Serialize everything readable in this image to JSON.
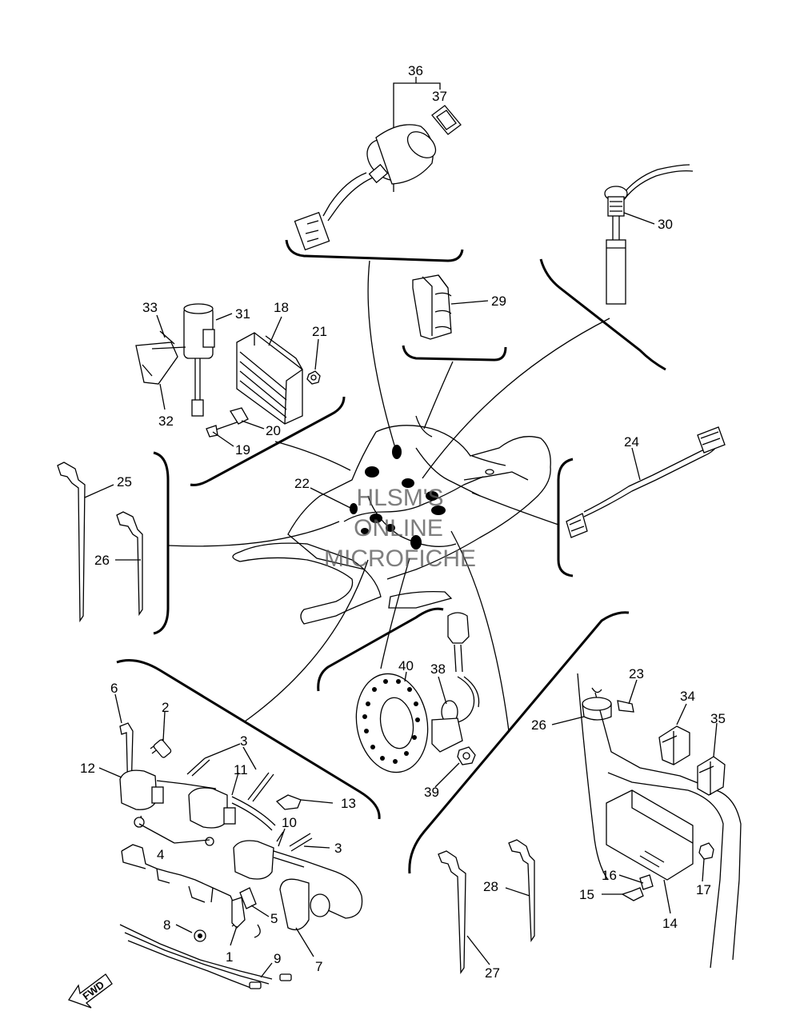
{
  "diagram": {
    "callouts": [
      {
        "id": "c36",
        "text": "36"
      },
      {
        "id": "c37",
        "text": "37"
      },
      {
        "id": "c30",
        "text": "30"
      },
      {
        "id": "c29",
        "text": "29"
      },
      {
        "id": "c33",
        "text": "33"
      },
      {
        "id": "c31",
        "text": "31"
      },
      {
        "id": "c18",
        "text": "18"
      },
      {
        "id": "c21",
        "text": "21"
      },
      {
        "id": "c32",
        "text": "32"
      },
      {
        "id": "c20",
        "text": "20"
      },
      {
        "id": "c19",
        "text": "19"
      },
      {
        "id": "c25",
        "text": "25"
      },
      {
        "id": "c26a",
        "text": "26"
      },
      {
        "id": "c22",
        "text": "22"
      },
      {
        "id": "c24",
        "text": "24"
      },
      {
        "id": "c40",
        "text": "40"
      },
      {
        "id": "c38",
        "text": "38"
      },
      {
        "id": "c39",
        "text": "39"
      },
      {
        "id": "c23",
        "text": "23"
      },
      {
        "id": "c26b",
        "text": "26"
      },
      {
        "id": "c34",
        "text": "34"
      },
      {
        "id": "c35",
        "text": "35"
      },
      {
        "id": "c6",
        "text": "6"
      },
      {
        "id": "c2",
        "text": "2"
      },
      {
        "id": "c3a",
        "text": "3"
      },
      {
        "id": "c12",
        "text": "12"
      },
      {
        "id": "c11",
        "text": "11"
      },
      {
        "id": "c13",
        "text": "13"
      },
      {
        "id": "c10",
        "text": "10"
      },
      {
        "id": "c3b",
        "text": "3"
      },
      {
        "id": "c4",
        "text": "4"
      },
      {
        "id": "c5",
        "text": "5"
      },
      {
        "id": "c8",
        "text": "8"
      },
      {
        "id": "c1",
        "text": "1"
      },
      {
        "id": "c9",
        "text": "9"
      },
      {
        "id": "c7",
        "text": "7"
      },
      {
        "id": "c28",
        "text": "28"
      },
      {
        "id": "c27",
        "text": "27"
      },
      {
        "id": "c16",
        "text": "16"
      },
      {
        "id": "c15",
        "text": "15"
      },
      {
        "id": "c17",
        "text": "17"
      },
      {
        "id": "c14",
        "text": "14"
      }
    ],
    "fwd_label": "FWD"
  },
  "watermark": {
    "line1": "HLSM'S",
    "line2": "ONLINE",
    "line3": "MICROFICHE",
    "color": "#5a5a5a"
  }
}
